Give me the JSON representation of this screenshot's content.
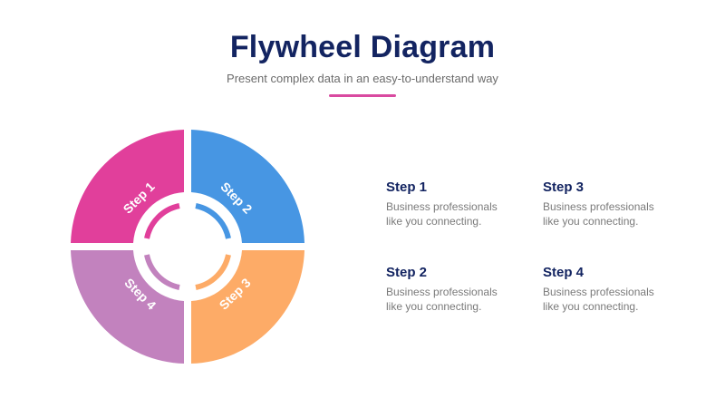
{
  "header": {
    "title": "Flywheel Diagram",
    "subtitle": "Present complex data in an easy-to-understand way",
    "divider_color": "#d94aa0"
  },
  "wheel": {
    "segments": [
      {
        "label": "Step 1",
        "color": "#e13f9b",
        "position": "top-left"
      },
      {
        "label": "Step 2",
        "color": "#4796e3",
        "position": "top-right"
      },
      {
        "label": "Step 3",
        "color": "#fdab67",
        "position": "bottom-right"
      },
      {
        "label": "Step 4",
        "color": "#c282be",
        "position": "bottom-left"
      }
    ]
  },
  "steps": [
    {
      "title": "Step 1",
      "line1": "Business professionals",
      "line2": "like you connecting."
    },
    {
      "title": "Step 2",
      "line1": "Business professionals",
      "line2": "like you connecting."
    },
    {
      "title": "Step 3",
      "line1": "Business professionals",
      "line2": "like you connecting."
    },
    {
      "title": "Step 4",
      "line1": "Business professionals",
      "line2": "like you connecting."
    }
  ],
  "colors": {
    "title": "#132461",
    "body_text": "#7a7a7a"
  }
}
